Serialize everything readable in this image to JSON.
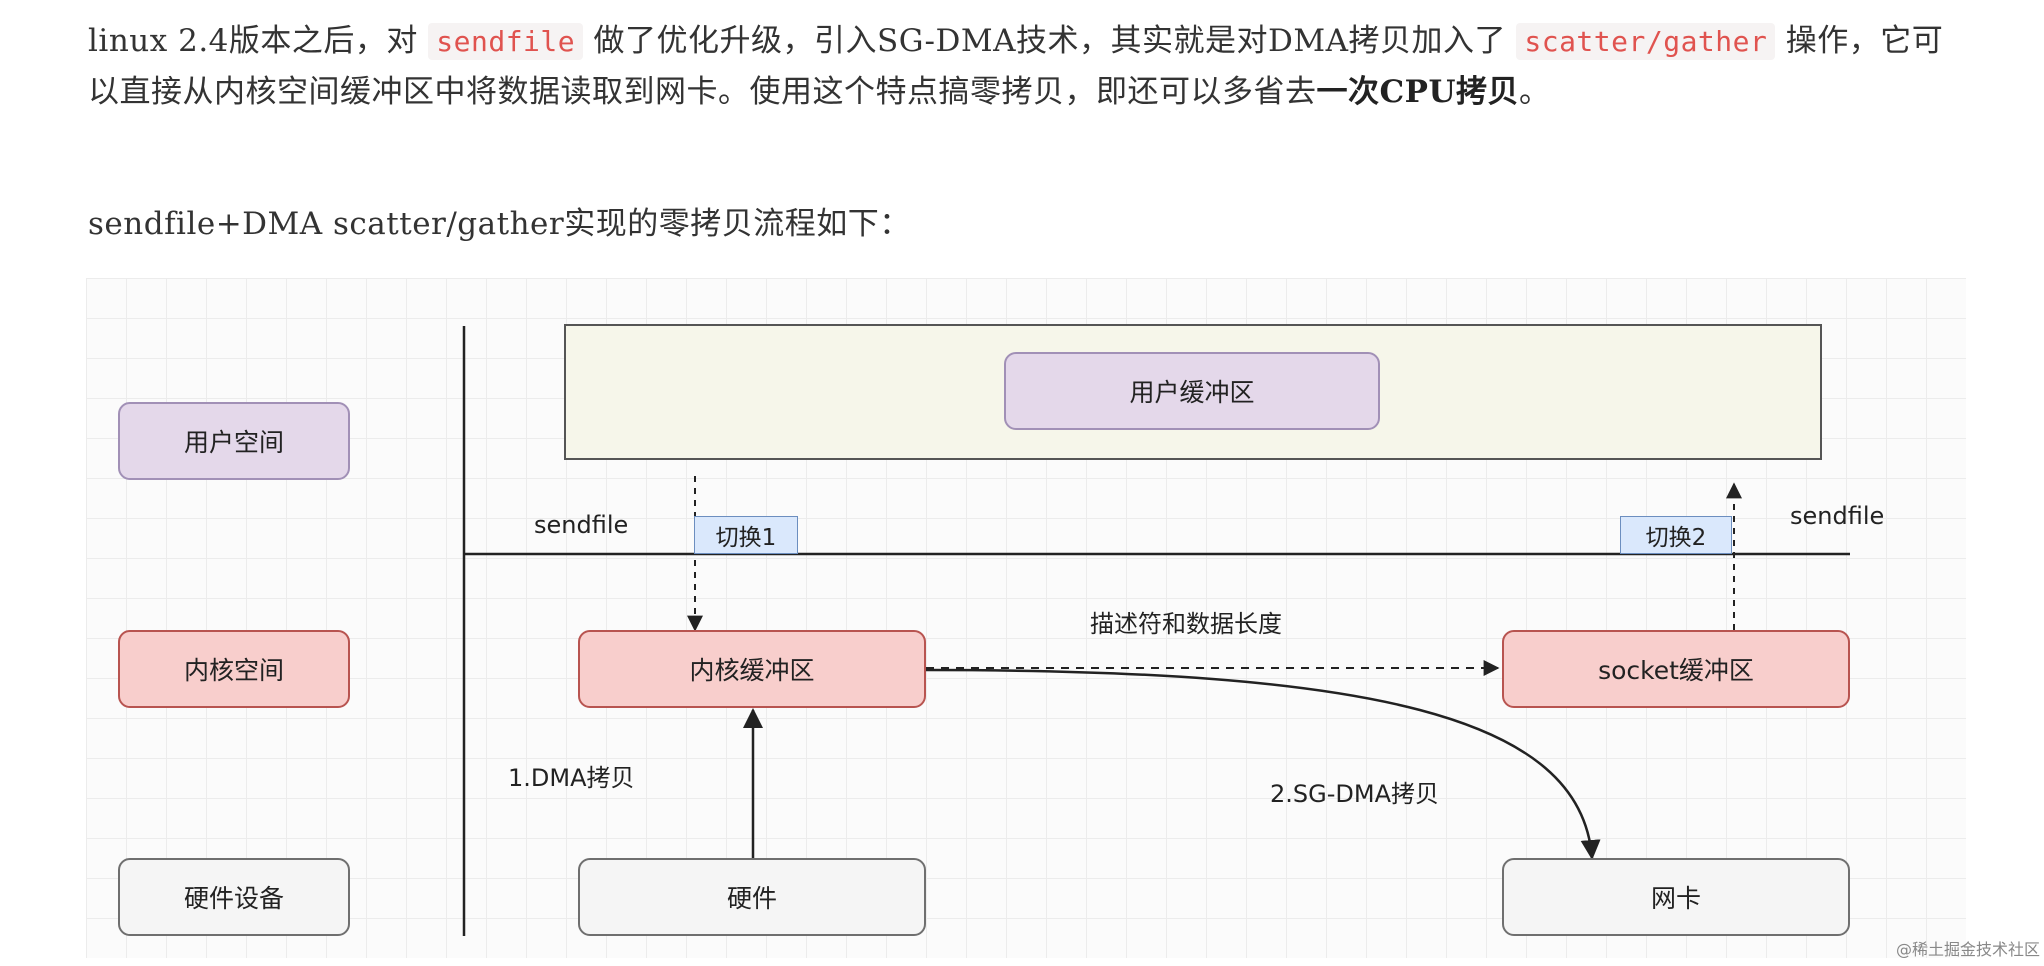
{
  "article": {
    "para1": {
      "text_a": "linux 2.4版本之后，对 ",
      "code_1": "sendfile",
      "text_b": " 做了优化升级，引入SG-DMA技术，其实就是对DMA拷贝加入了 ",
      "code_2": "scatter/gather",
      "text_c": " 操作，它可以直接从内核空间缓冲区中将数据读取到网卡。使用这个特点搞零拷贝，即还可以多省去",
      "bold": "一次CPU拷贝",
      "text_d": "。"
    },
    "para2": "sendfile+DMA scatter/gather实现的零拷贝流程如下："
  },
  "diagram": {
    "user_space": "用户空间",
    "kernel_space": "内核空间",
    "hardware_device": "硬件设备",
    "user_buffer": "用户缓冲区",
    "kernel_buffer": "内核缓冲区",
    "socket_buffer": "socket缓冲区",
    "hardware": "硬件",
    "nic": "网卡",
    "switch_1": "切换1",
    "switch_2": "切换2",
    "sendfile_left": "sendfile",
    "sendfile_right": "sendfile",
    "descriptor_label": "描述符和数据长度",
    "dma_copy": "1.DMA拷贝",
    "sg_dma_copy": "2.SG-DMA拷贝"
  },
  "watermark": "@稀土掘金技术社区",
  "colors": {
    "code_text": "#e0534f",
    "purple_fill": "#e4d8ea",
    "red_fill": "#f8cecc",
    "gray_fill": "#f5f5f5",
    "tag_fill": "#dae8fc"
  }
}
